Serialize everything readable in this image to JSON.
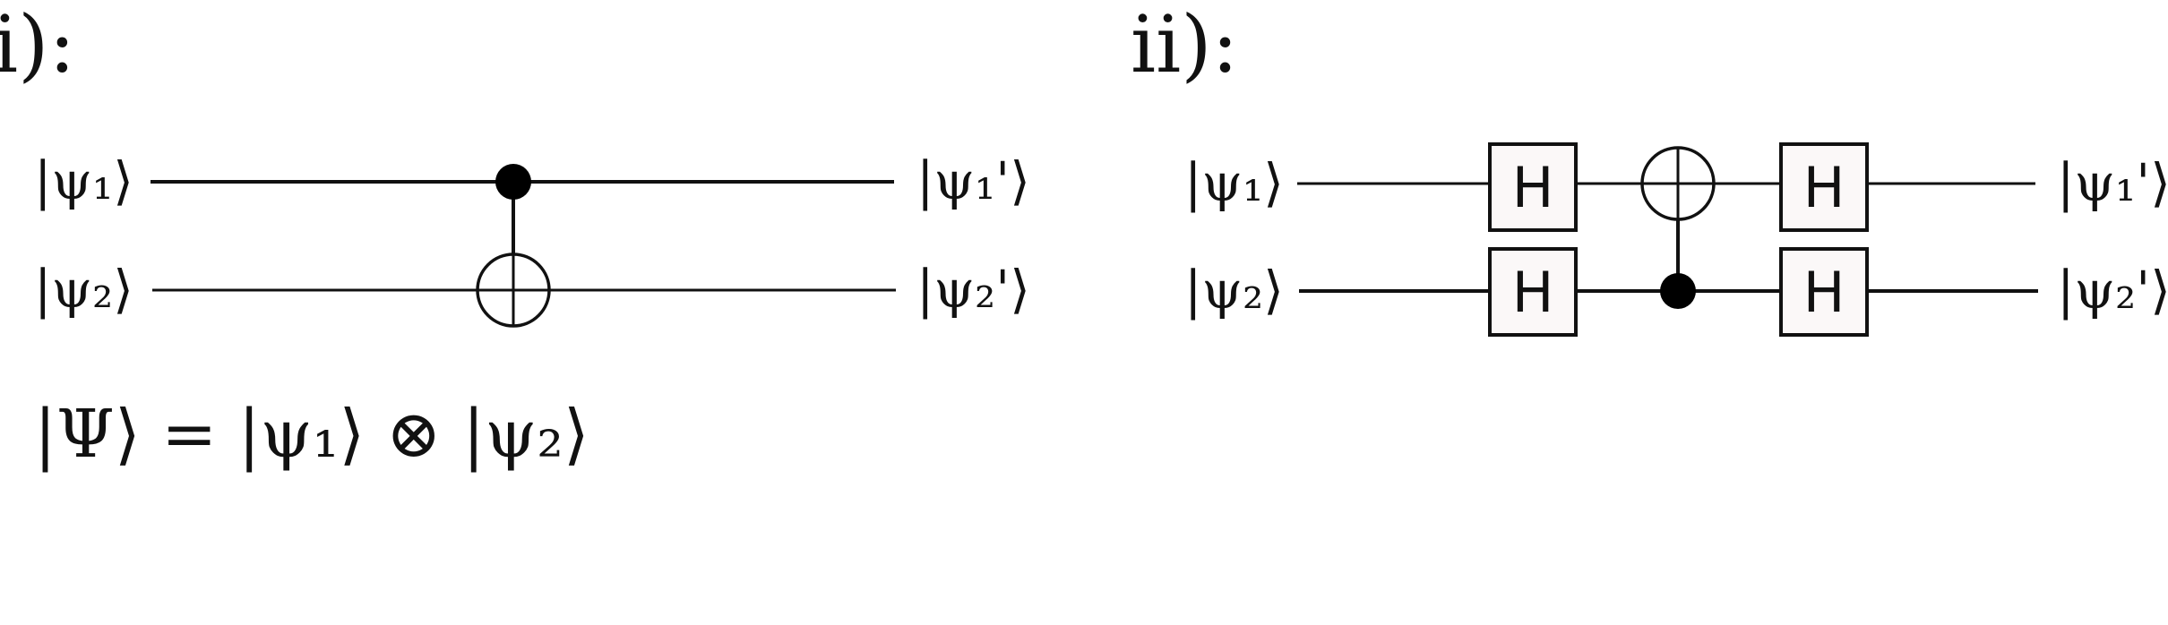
{
  "panels": [
    {
      "label": "i):",
      "inputs": [
        "|ψ₁⟩",
        "|ψ₂⟩"
      ],
      "outputs": [
        "|ψ₁'⟩",
        "|ψ₂'⟩"
      ],
      "gates": [
        {
          "type": "CNOT",
          "control_qubit": 1,
          "target_qubit": 2
        }
      ],
      "equation": "|Ψ⟩ = |ψ₁⟩ ⊗ |ψ₂⟩"
    },
    {
      "label": "ii):",
      "inputs": [
        "|ψ₁⟩",
        "|ψ₂⟩"
      ],
      "outputs": [
        "|ψ₁'⟩",
        "|ψ₂'⟩"
      ],
      "gates": [
        {
          "type": "H",
          "qubit": 1,
          "label": "H"
        },
        {
          "type": "H",
          "qubit": 2,
          "label": "H"
        },
        {
          "type": "CNOT",
          "control_qubit": 2,
          "target_qubit": 1
        },
        {
          "type": "H",
          "qubit": 1,
          "label": "H"
        },
        {
          "type": "H",
          "qubit": 2,
          "label": "H"
        }
      ]
    }
  ],
  "colors": {
    "ink": "#111111",
    "gate_fill": "#fbf8f8",
    "background": "#ffffff"
  }
}
